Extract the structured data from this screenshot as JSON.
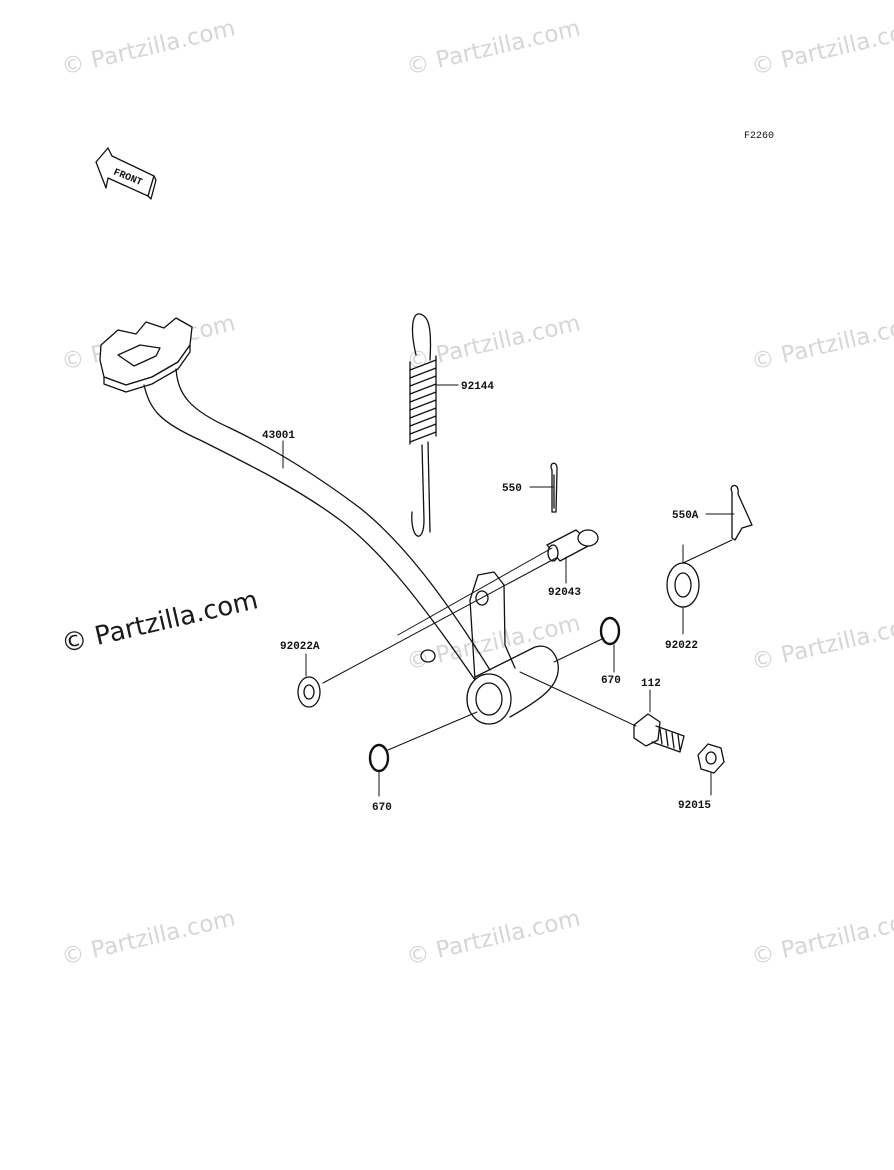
{
  "diagram": {
    "figure_code": "F2260",
    "front_marker_text": "FRONT",
    "parts": {
      "p92144": "92144",
      "p43001": "43001",
      "p550": "550",
      "p550A": "550A",
      "p92043": "92043",
      "p92022A": "92022A",
      "p92022": "92022",
      "p670_right": "670",
      "p670_left": "670",
      "p112": "112",
      "p92015": "92015"
    }
  },
  "watermark": {
    "light_text": "© Partzilla.com",
    "main_text": "© Partzilla.com"
  },
  "colors": {
    "line": "#111111",
    "watermark": "#d6d6d6"
  }
}
